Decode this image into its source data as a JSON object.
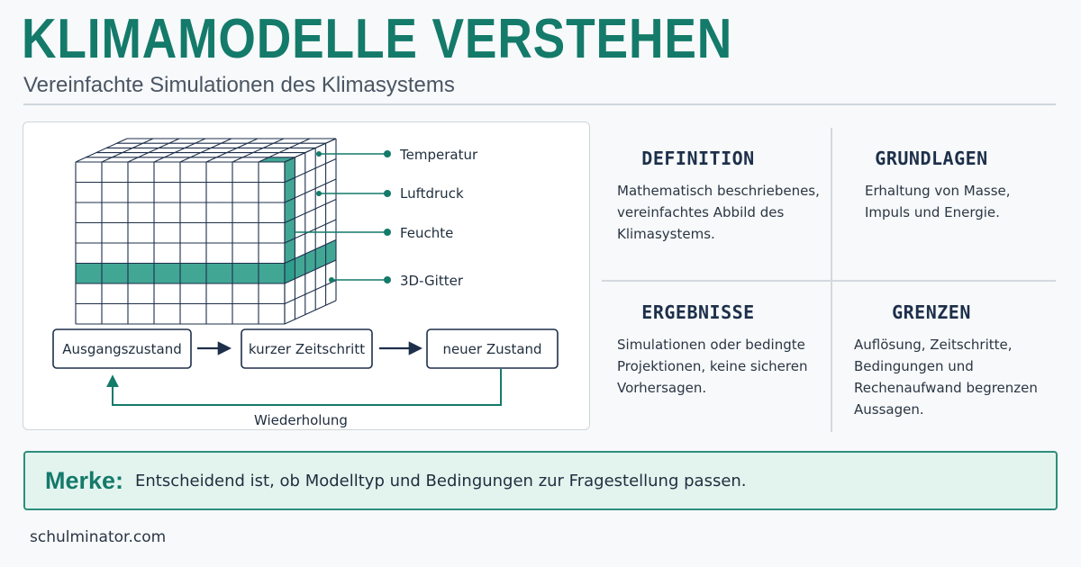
{
  "header": {
    "title": "KLIMAMODELLE VERSTEHEN",
    "subtitle": "Vereinfachte Simulationen des Klimasystems"
  },
  "diagram": {
    "labels": [
      "Temperatur",
      "Luftdruck",
      "Feuchte",
      "3D-Gitter"
    ],
    "process": [
      "Ausgangszustand",
      "kurzer Zeitschritt",
      "neuer Zustand"
    ],
    "loop_label": "Wiederholung"
  },
  "cards": {
    "definition": {
      "title": "DEFINITION",
      "lines": [
        "Mathematisch beschriebenes,",
        "vereinfachtes Abbild des",
        "Klimasystems."
      ]
    },
    "grundlagen": {
      "title": "GRUNDLAGEN",
      "lines": [
        "Erhaltung von Masse,",
        "Impuls und Energie."
      ]
    },
    "ergebnisse": {
      "title": "ERGEBNISSE",
      "lines": [
        "Simulationen oder bedingte",
        "Projektionen, keine sicheren",
        "Vorhersagen."
      ]
    },
    "grenzen": {
      "title": "GRENZEN",
      "lines": [
        "Auflösung, Zeitschritte,",
        "Bedingungen und",
        "Rechenaufwand begrenzen",
        "Aussagen."
      ]
    }
  },
  "note": {
    "label": "Merke:",
    "text": "Entscheidend ist, ob Modelltyp und Bedingungen zur Fragestellung passen."
  },
  "footer": {
    "site": "schulminator.com"
  },
  "colors": {
    "accent": "#147a6a",
    "teal_fill": "#2e9c8a",
    "navy": "#1d2f4a"
  }
}
